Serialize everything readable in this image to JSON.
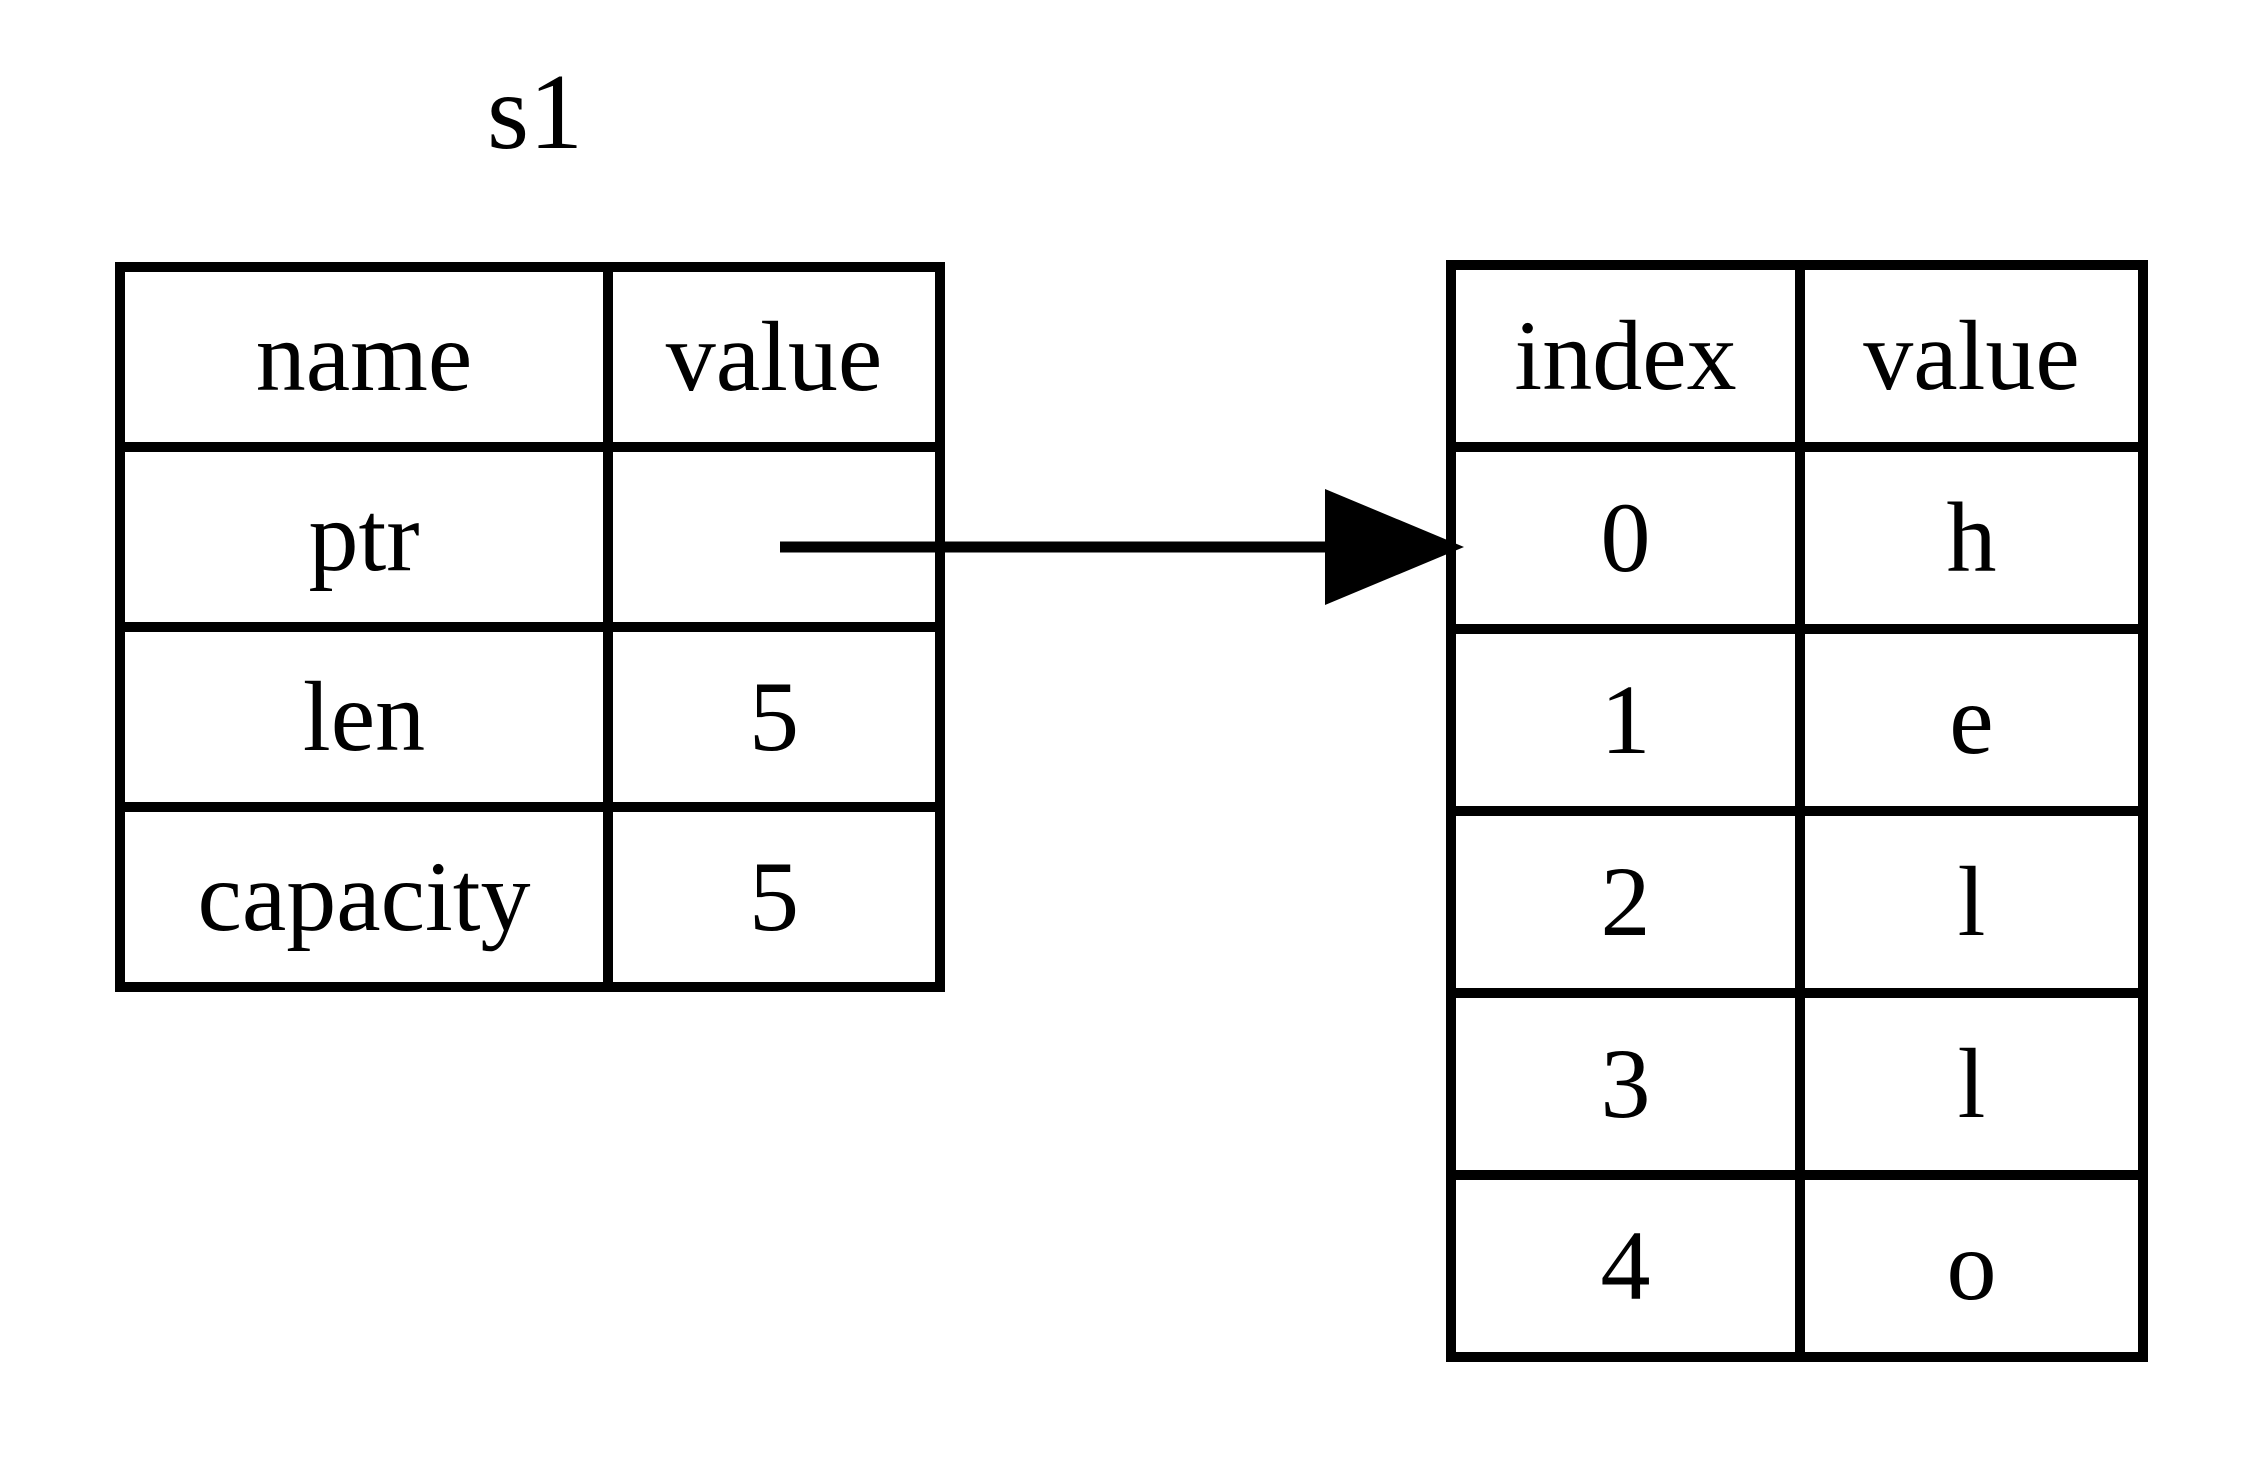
{
  "diagram": {
    "background_color": "#ffffff",
    "line_color": "#000000",
    "title": "s1"
  },
  "stack_table": {
    "headers": {
      "name": "name",
      "value": "value"
    },
    "rows": [
      {
        "name": "ptr",
        "value": ""
      },
      {
        "name": "len",
        "value": "5"
      },
      {
        "name": "capacity",
        "value": "5"
      }
    ]
  },
  "heap_table": {
    "headers": {
      "index": "index",
      "value": "value"
    },
    "rows": [
      {
        "index": "0",
        "value": "h"
      },
      {
        "index": "1",
        "value": "e"
      },
      {
        "index": "2",
        "value": "l"
      },
      {
        "index": "3",
        "value": "l"
      },
      {
        "index": "4",
        "value": "o"
      }
    ]
  },
  "pointer_arrow": {
    "from": "s1.ptr value cell",
    "to": "heap index 0"
  }
}
